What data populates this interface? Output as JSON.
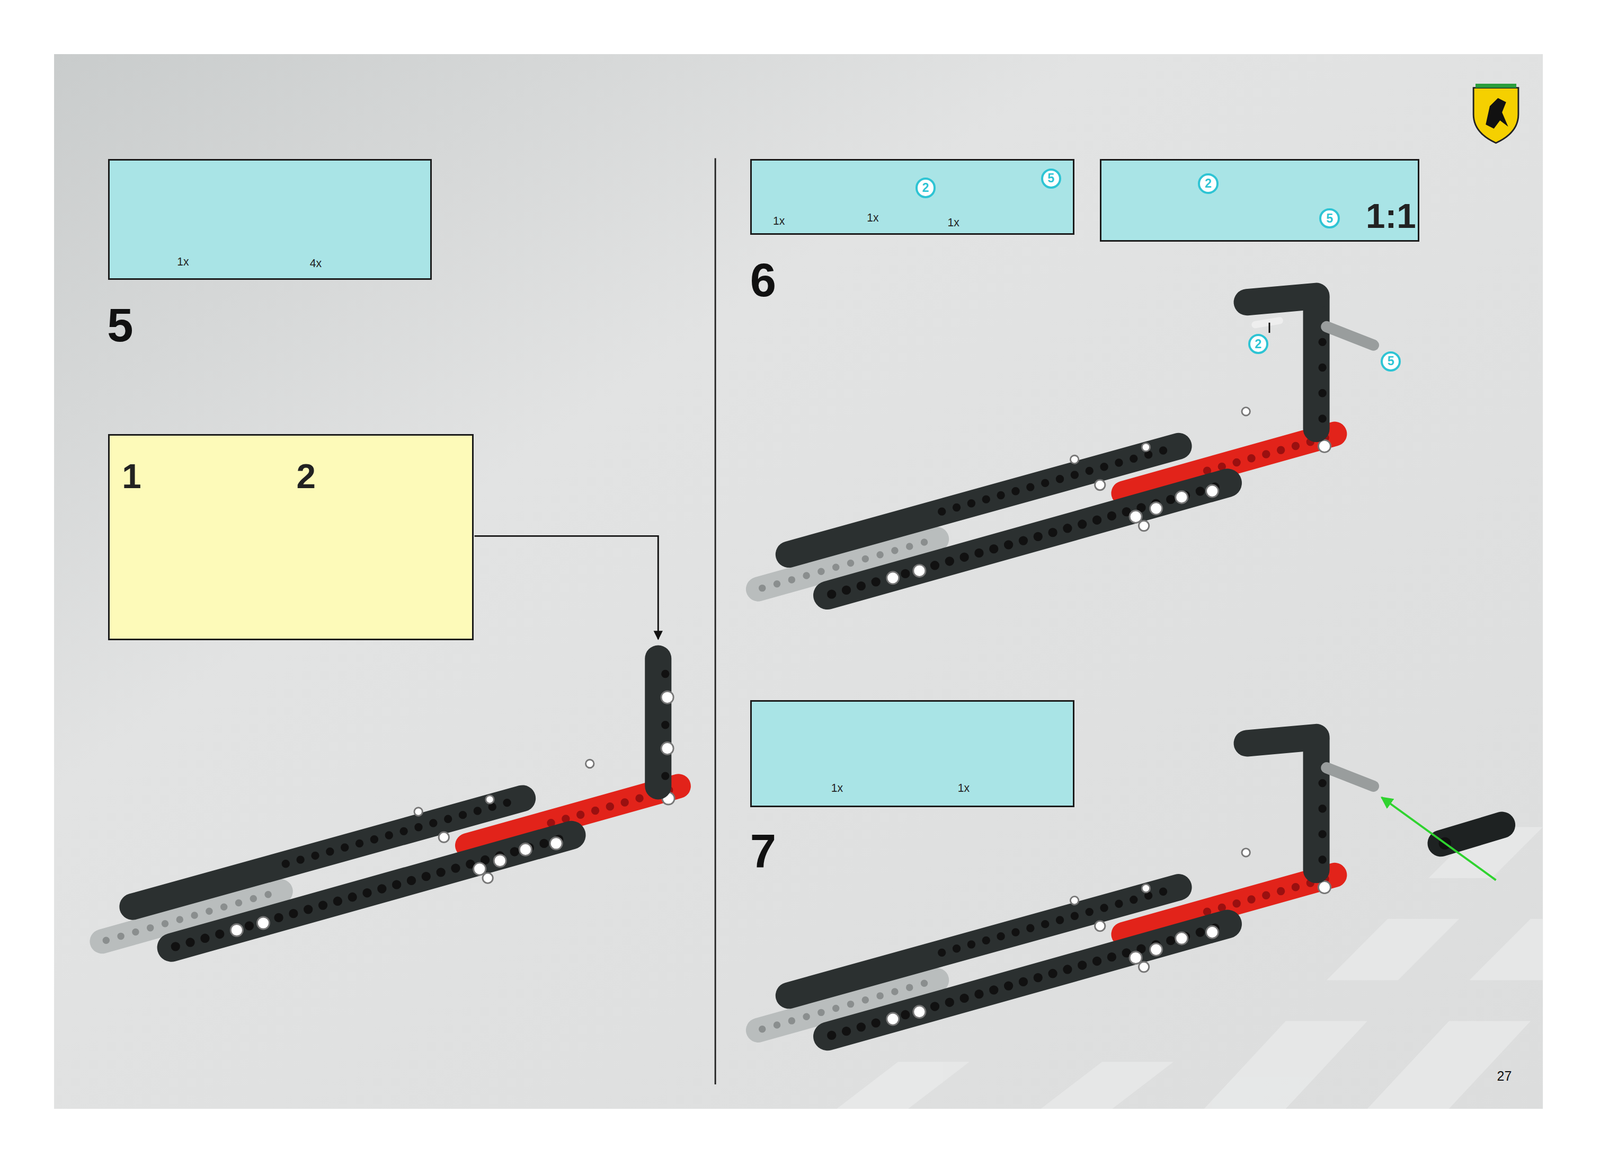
{
  "diagram": {
    "nodes": [
      {
        "text": [
          "1x",
          "4x"
        ]
      },
      {
        "text": [
          "1",
          "2"
        ]
      },
      {
        "text": [
          "1x",
          "1x",
          "1x"
        ]
      },
      {
        "text": [
          "2"
        ],
        "in": 2
      },
      {
        "text": [
          "5"
        ],
        "in": 2
      },
      {
        "text": [
          "1:1"
        ]
      },
      {
        "text": [
          "2"
        ],
        "in": 5
      },
      {
        "text": [
          "5"
        ],
        "in": 5
      },
      {
        "text": [
          "2"
        ]
      },
      {
        "text": [
          "5"
        ]
      },
      {
        "text": [
          "1x",
          "1x"
        ]
      }
    ],
    "labels": [
      "5",
      "6",
      "7",
      "27"
    ]
  }
}
